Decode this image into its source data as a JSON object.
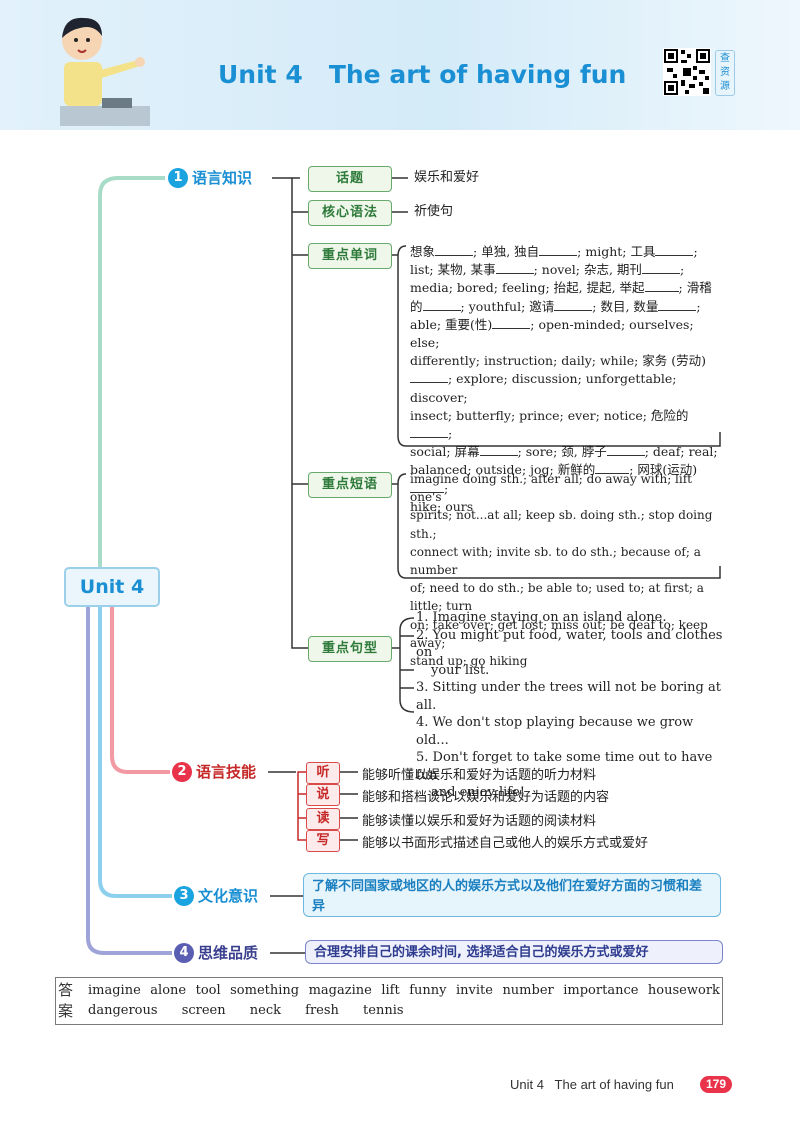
{
  "header": {
    "title": "Unit 4   The art of having fun",
    "qr_side": [
      "查",
      "资",
      "源"
    ]
  },
  "center": {
    "label": "Unit 4"
  },
  "categories": [
    {
      "num": "1",
      "label": "语言知识",
      "color": "#1aa3de"
    },
    {
      "num": "2",
      "label": "语言技能",
      "color": "#e8334a"
    },
    {
      "num": "3",
      "label": "文化意识",
      "color": "#1aa3de"
    },
    {
      "num": "4",
      "label": "思维品质",
      "color": "#5a5fb3"
    }
  ],
  "knowledge": {
    "topic": {
      "label": "话题",
      "text": "娱乐和爱好"
    },
    "grammar": {
      "label": "核心语法",
      "text": "祈使句"
    },
    "words": {
      "label": "重点单词",
      "lines": [
        [
          "想象",
          "; 单独, 独自",
          "; might; 工具",
          ";"
        ],
        [
          "list; 某物, 某事",
          "; novel; 杂志, 期刊",
          ";"
        ],
        [
          "media; bored; feeling; 抬起, 提起, 举起",
          "; 滑稽"
        ],
        [
          "的",
          "; youthful; 邀请",
          "; 数目, 数量",
          ";"
        ],
        [
          "able; 重要(性)",
          "; open-minded; ourselves; else;"
        ],
        [
          "differently; instruction; daily; while; 家务 (劳动)"
        ],
        [
          "",
          "; explore; discussion; unforgettable; discover;"
        ],
        [
          "insect; butterfly; prince; ever; notice; 危险的",
          ";"
        ],
        [
          "social; 屏幕",
          "; sore; 颈, 脖子",
          "; deaf; real;"
        ],
        [
          "balanced; outside; jog; 新鲜的",
          "; 网球(运动)",
          ";"
        ],
        [
          "hike; ours"
        ]
      ]
    },
    "phrases": {
      "label": "重点短语",
      "lines": [
        "imagine doing sth.; after all; do away with; lift one's",
        "spirits; not...at all; keep sb. doing sth.; stop doing sth.;",
        "connect with; invite sb. to do sth.; because of; a number",
        "of; need to do sth.; be able to; used to; at first; a little; turn",
        "on; take over; get lost; miss out; be deaf to; keep away;",
        "stand up; go hiking"
      ]
    },
    "sentences": {
      "label": "重点句型",
      "lines": [
        "1. Imagine staying on an island alone.",
        "2. You might put food, water, tools and clothes on",
        "your list.",
        "3. Sitting under the trees will not be boring at all.",
        "4. We don't stop playing because we grow old...",
        "5. Don't forget to take some time out to have fun",
        "and enjoy life!"
      ]
    }
  },
  "skills": [
    {
      "label": "听",
      "text": "能够听懂以娱乐和爱好为话题的听力材料"
    },
    {
      "label": "说",
      "text": "能够和搭档谈论以娱乐和爱好为话题的内容"
    },
    {
      "label": "读",
      "text": "能够读懂以娱乐和爱好为话题的阅读材料"
    },
    {
      "label": "写",
      "text": "能够以书面形式描述自己或他人的娱乐方式或爱好"
    }
  ],
  "culture": {
    "text": "了解不同国家或地区的人的娱乐方式以及他们在爱好方面的习惯和差异"
  },
  "thinking": {
    "text": "合理安排自己的课余时间, 选择适合自己的娱乐方式或爱好"
  },
  "answer": {
    "label": "答案",
    "line1": [
      "imagine",
      "alone",
      "tool",
      "something",
      "magazine",
      "lift",
      "funny",
      "invite",
      "number",
      "importance",
      "housework"
    ],
    "line2": [
      "dangerous",
      "screen",
      "neck",
      "fresh",
      "tennis"
    ]
  },
  "footer": {
    "text": "Unit 4   The art of having fun",
    "page": "179"
  }
}
